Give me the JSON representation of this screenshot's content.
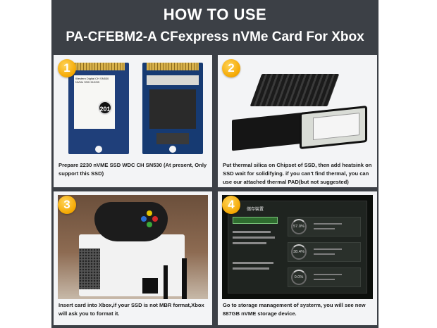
{
  "header": {
    "title": "HOW TO USE",
    "subtitle": "PA-CFEBM2-A CFexpress nVMe Card For Xbox"
  },
  "steps": [
    {
      "number": "1",
      "caption": "Prepare 2230 nVME SSD WDC CH SN530 (At present, Only support this SSD)",
      "ssd_label": "Western Digital CH SN530 NVMe SSD 512GB",
      "ssd_mark": "201"
    },
    {
      "number": "2",
      "caption": "Put thermal silica on Chipset of SSD, then add heatsink on SSD wait for solidifying.  if you can't find thermal, you can use our attached thermal PAD(but not suggested)"
    },
    {
      "number": "3",
      "caption": "Insert card into Xbox,if your SSD is not MBR format,Xbox will ask you to format it."
    },
    {
      "number": "4",
      "caption": "Go to storage management of systerm, you will see new 887GB nVME storage device.",
      "screen": {
        "title": "儲存裝置",
        "usage": [
          "57.0%",
          "38.4%",
          "0.0%"
        ]
      }
    }
  ],
  "colors": {
    "sheet": "#3c4046",
    "panel": "#f3f4f6",
    "badge": "#f4a700",
    "ssd_board": "#1f3f7a"
  }
}
